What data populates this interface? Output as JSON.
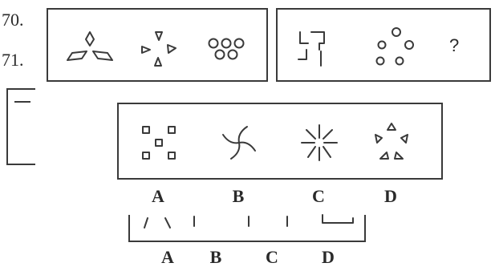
{
  "question_numbers": [
    "70.",
    "71."
  ],
  "q70_question_mark": "?",
  "q70_options": [
    "A",
    "B",
    "C",
    "D"
  ],
  "q71_options": [
    "A",
    "B",
    "C",
    "D"
  ],
  "stroke_color": "#3a3a3a"
}
